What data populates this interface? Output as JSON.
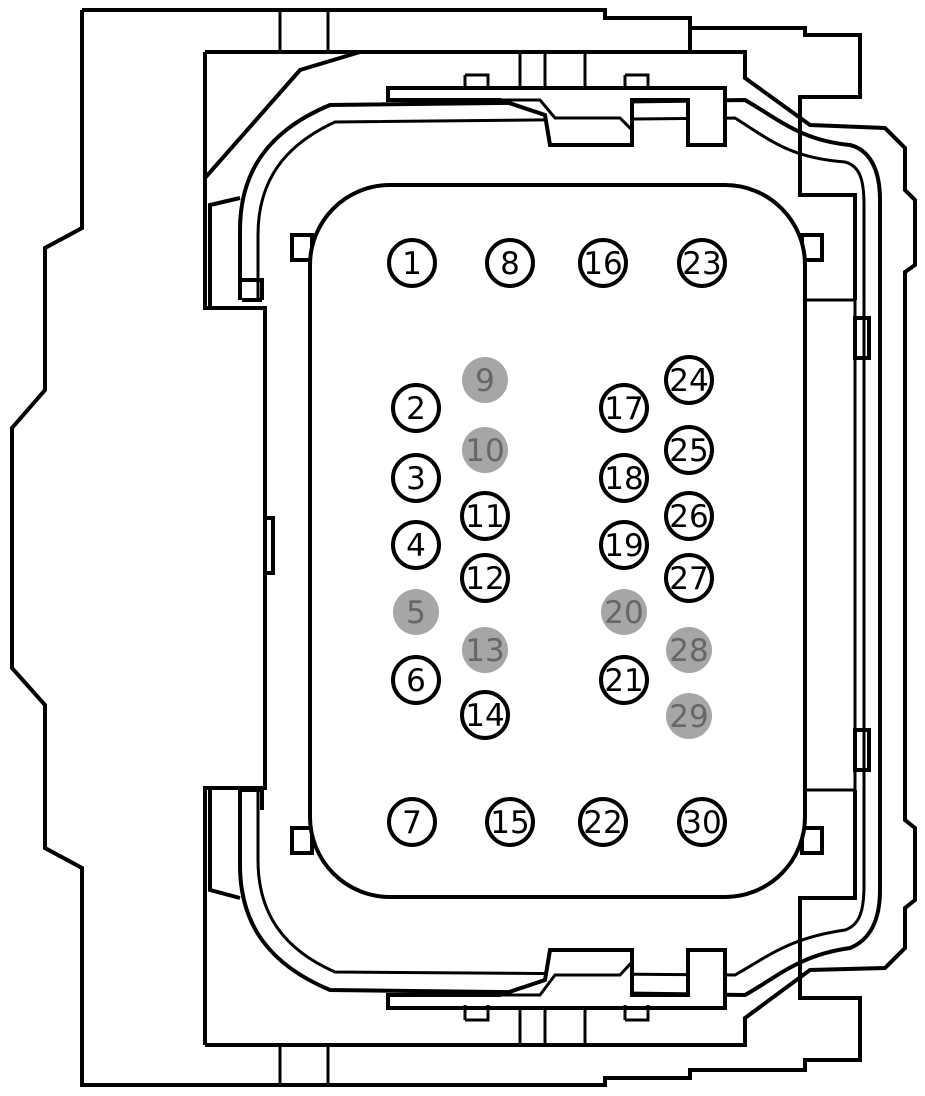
{
  "diagram": {
    "colors": {
      "outline": "#000000",
      "background": "#ffffff",
      "unused_pin_fill": "#a6a6a6",
      "unused_pin_text": "#666666"
    },
    "pins": [
      {
        "label": "1",
        "unused": false
      },
      {
        "label": "8",
        "unused": false
      },
      {
        "label": "16",
        "unused": false
      },
      {
        "label": "23",
        "unused": false
      },
      {
        "label": "9",
        "unused": true
      },
      {
        "label": "24",
        "unused": false
      },
      {
        "label": "2",
        "unused": false
      },
      {
        "label": "17",
        "unused": false
      },
      {
        "label": "10",
        "unused": true
      },
      {
        "label": "25",
        "unused": false
      },
      {
        "label": "3",
        "unused": false
      },
      {
        "label": "18",
        "unused": false
      },
      {
        "label": "11",
        "unused": false
      },
      {
        "label": "26",
        "unused": false
      },
      {
        "label": "4",
        "unused": false
      },
      {
        "label": "19",
        "unused": false
      },
      {
        "label": "12",
        "unused": false
      },
      {
        "label": "27",
        "unused": false
      },
      {
        "label": "5",
        "unused": true
      },
      {
        "label": "20",
        "unused": true
      },
      {
        "label": "13",
        "unused": true
      },
      {
        "label": "28",
        "unused": true
      },
      {
        "label": "6",
        "unused": false
      },
      {
        "label": "21",
        "unused": false
      },
      {
        "label": "14",
        "unused": false
      },
      {
        "label": "29",
        "unused": true
      },
      {
        "label": "7",
        "unused": false
      },
      {
        "label": "15",
        "unused": false
      },
      {
        "label": "22",
        "unused": false
      },
      {
        "label": "30",
        "unused": false
      }
    ]
  }
}
